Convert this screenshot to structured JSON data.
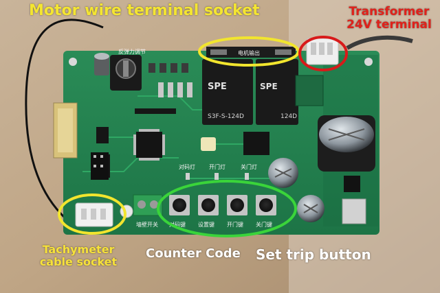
{
  "annotations": {
    "motor_socket": "Motor wire terminal socket",
    "transformer_line1": "Transformer",
    "transformer_line2": "24V terminal",
    "tach_line1": "Tachymeter",
    "tach_line2": "cable socket",
    "counter_code": "Counter Code",
    "set_trip": "Set trip button"
  },
  "pcb_silkscreen": {
    "relay_brand": "SPE",
    "relay_model": "S3F-S-124D",
    "relay_side": "124D",
    "pot_label": "反弹力调节",
    "motor_out": "电机输出",
    "led_code": "对码灯",
    "led_open": "开门灯",
    "led_close": "关门灯",
    "btn_code": "对码键",
    "btn_set": "设置键",
    "btn_open": "开门键",
    "btn_close": "关门键",
    "wall_switch": "墙壁开关"
  },
  "colors": {
    "pcb": "#1f7f4e",
    "highlight_yellow": "#f2e52e",
    "highlight_red": "#d81a1a",
    "highlight_green": "#3ad43a"
  }
}
